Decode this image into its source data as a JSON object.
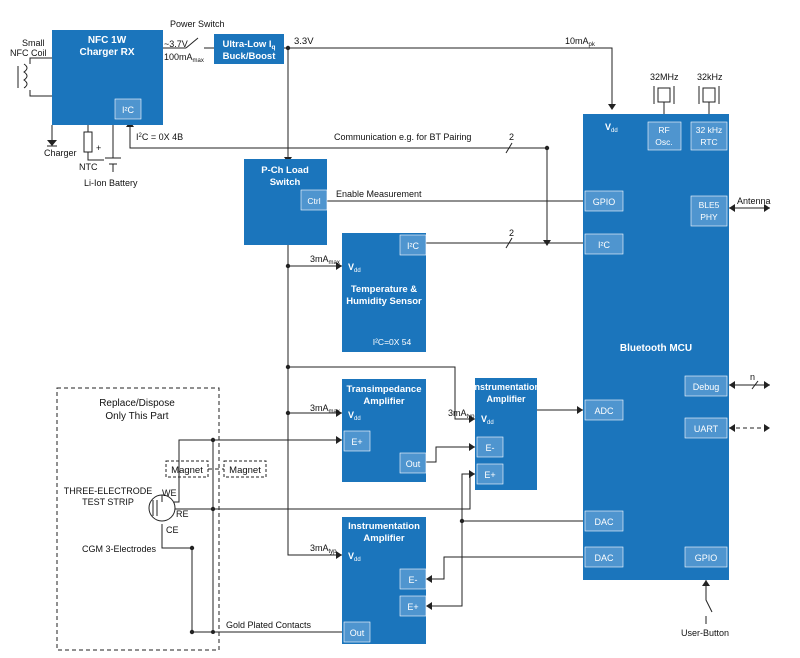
{
  "blocks": {
    "nfc_rx": {
      "line1": "NFC 1W",
      "line2": "Charger RX",
      "pin_i2c": "I²C"
    },
    "buck": {
      "line1": "Ultra-Low I",
      "line1_sub": "q",
      "line2": "Buck/Boost"
    },
    "load_switch": {
      "line1": "P-Ch Load",
      "line2": "Switch",
      "pin_ctrl": "Ctrl"
    },
    "temp_sensor": {
      "pin_i2c": "I²C",
      "pin_vdd": "V",
      "pin_vdd_sub": "dd",
      "line1": "Temperature &",
      "line2": "Humidity Sensor",
      "addr": "I²C=0X 54"
    },
    "tia": {
      "line1": "Transimpedance",
      "line2": "Amplifier",
      "pin_vdd": "V",
      "pin_vdd_sub": "dd",
      "pin_eplus": "E+",
      "pin_out": "Out"
    },
    "inamp_top": {
      "line1": "Instrumentation",
      "line2": "Amplifier",
      "pin_vdd": "V",
      "pin_vdd_sub": "dd",
      "pin_eminus": "E-",
      "pin_eplus": "E+"
    },
    "inamp_bottom": {
      "line1": "Instrumentation",
      "line2": "Amplifier",
      "pin_vdd": "V",
      "pin_vdd_sub": "dd",
      "pin_eminus": "E-",
      "pin_eplus": "E+",
      "pin_out": "Out"
    },
    "mcu": {
      "title": "Bluetooth MCU",
      "pin_vdd": "V",
      "pin_vdd_sub": "dd",
      "rf": {
        "line1": "RF",
        "line2": "Osc."
      },
      "rtc": {
        "line1": "32 kHz",
        "line2": "RTC"
      },
      "ble": {
        "line1": "BLE5",
        "line2": "PHY"
      },
      "gpio_left": "GPIO",
      "i2c": "I²C",
      "adc": "ADC",
      "dac1": "DAC",
      "dac2": "DAC",
      "debug": "Debug",
      "uart": "UART",
      "gpio_right": "GPIO"
    }
  },
  "labels": {
    "small_coil_1": "Small",
    "small_coil_2": "NFC Coil",
    "power_switch": "Power Switch",
    "v37": "~3.7V",
    "i100_main": "100mA",
    "i100_sub": "max",
    "v33": "3.3V",
    "i10_main": "10mA",
    "i10_sub": "pk",
    "crystal_32mhz": "32MHz",
    "crystal_32khz": "32kHz",
    "i2c_addr_prefix": "I",
    "i2c_addr_sup": "2",
    "i2c_addr_rest": "C = 0X 4B",
    "charger": "Charger",
    "ntc": "NTC",
    "battery": "Li-Ion Battery",
    "comm": "Communication e.g. for BT Pairing",
    "bus_width": "2",
    "bus_width_2": "2",
    "enable_meas": "Enable Measurement",
    "antenna": "Antenna",
    "i3_temp_main": "3mA",
    "i3_temp_sub": "max",
    "i3_tia_main": "3mA",
    "i3_tia_sub": "max",
    "i3_ina_main": "3mA",
    "i3_ina_sub": "typ",
    "i3_inb_main": "3mA",
    "i3_inb_sub": "typ",
    "replace_1": "Replace/Dispose",
    "replace_2": "Only This Part",
    "magnet_1": "Magnet",
    "magnet_2": "Magnet",
    "strip_1": "THREE-ELECTRODE",
    "strip_2": "TEST STRIP",
    "we": "WE",
    "re": "RE",
    "ce": "CE",
    "cgm": "CGM 3-Electrodes",
    "gold": "Gold Plated Contacts",
    "debug_n": "n",
    "user_button": "User-Button"
  },
  "colors": {
    "block": "#1b75bc",
    "subblock": "#4f95cf",
    "line": "#222222",
    "text_on_block": "#ffffff"
  }
}
